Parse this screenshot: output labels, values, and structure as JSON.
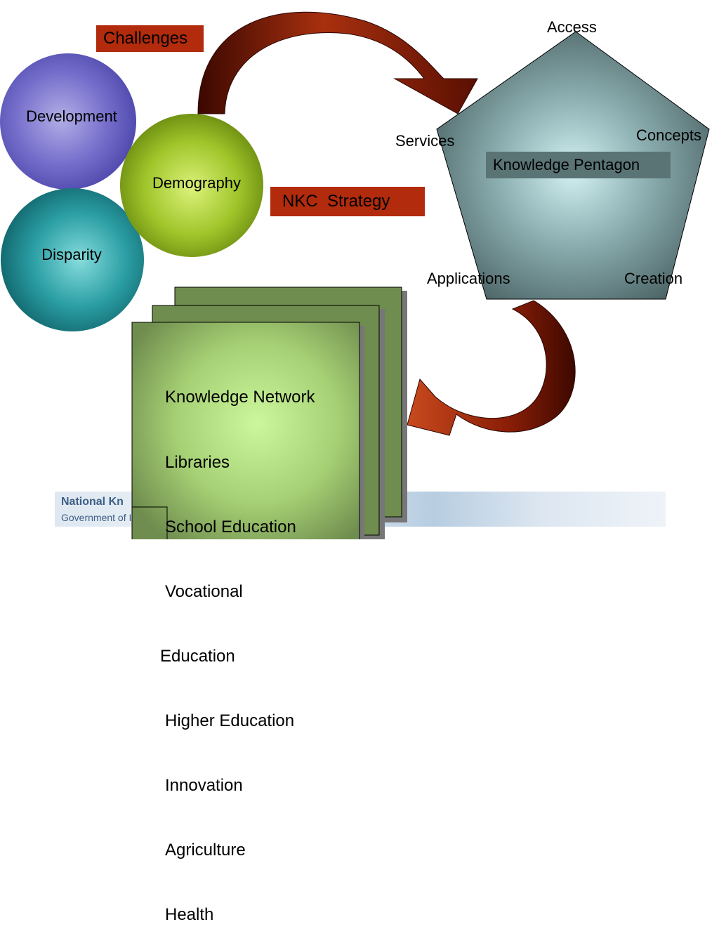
{
  "challenges": {
    "label": "Challenges",
    "items": [
      "Development",
      "Demography",
      "Disparity"
    ]
  },
  "strategy": {
    "label": "NKC  Strategy"
  },
  "pentagon": {
    "center_label": "Knowledge Pentagon",
    "vertices": {
      "top": "Access",
      "upper_left": "Services",
      "upper_right": "Concepts",
      "lower_left": "Applications",
      "lower_right": "Creation"
    }
  },
  "initiatives": [
    "Knowledge Network",
    "Libraries",
    "School Education",
    "Vocational",
    "Education",
    "Higher Education",
    "Innovation",
    "Agriculture",
    "Health"
  ],
  "footer": {
    "organization": "National Kn",
    "government": "Government of In"
  },
  "colors": {
    "label_box": "#b12b0c",
    "arrow": "#8c1a06",
    "card_green": "#6f8d4e",
    "pentagon": "#5f7a7c",
    "development_circle": "#6a63c4",
    "demography_circle": "#8fb21e",
    "disparity_circle": "#1f8f95"
  }
}
